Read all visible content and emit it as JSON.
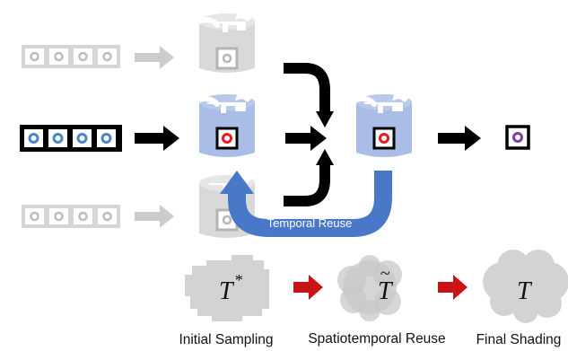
{
  "temporal_reuse_label": "Temporal Reuse",
  "stages": {
    "initial_sampling": {
      "symbol": "T",
      "superscript": "*",
      "caption": "Initial Sampling"
    },
    "spatiotemporal_reuse": {
      "symbol": "T",
      "accent": "~",
      "caption": "Spatiotemporal Reuse"
    },
    "final_shading": {
      "symbol": "T",
      "caption": "Final Shading"
    }
  },
  "colors": {
    "arrow": "#000000",
    "faded": "#cccccc",
    "bucket_blue": "#a9bde6",
    "bucket_gray": "#d6d6d6",
    "sample_ring": "#4a86c8",
    "reservoir_ring": "#e41e1e",
    "final_ring": "#7a3fa0",
    "temporal_band": "#4a78c8",
    "stage_arrow": "#c81414",
    "cloud": "#c8c8c8"
  }
}
